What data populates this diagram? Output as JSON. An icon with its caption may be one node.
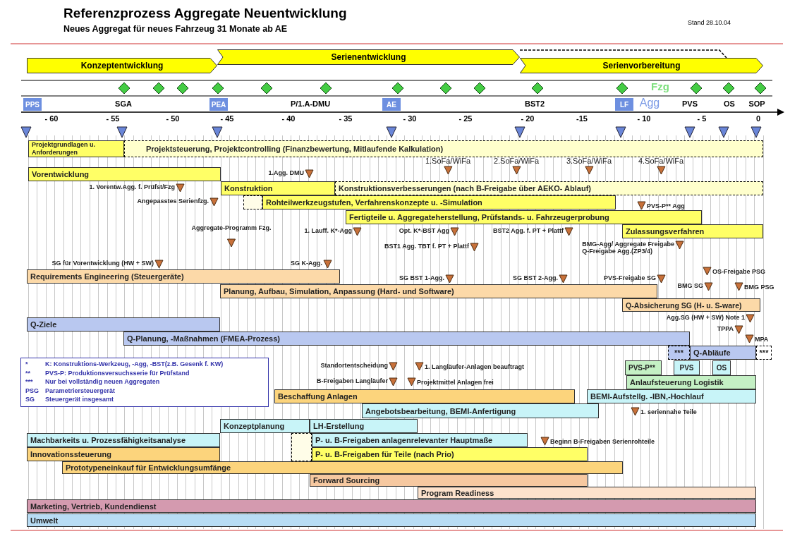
{
  "diagram": {
    "title": "Referenzprozess Aggregate Neuentwicklung",
    "nodes": [
      {
        "text": [
          "Konzeptentwicklung"
        ]
      },
      {
        "text": [
          "Serienentwicklung"
        ]
      },
      {
        "text": [
          "Serienvorbereitung"
        ]
      },
      {
        "text": [],
        "shape": "diamond"
      },
      {
        "text": [],
        "shape": "diamond"
      },
      {
        "text": [],
        "shape": "diamond"
      },
      {
        "text": [],
        "shape": "diamond"
      },
      {
        "text": [],
        "shape": "diamond"
      },
      {
        "text": [],
        "shape": "diamond"
      },
      {
        "text": [],
        "shape": "diamond"
      },
      {
        "text": [],
        "shape": "diamond"
      },
      {
        "text": [],
        "shape": "diamond"
      },
      {
        "text": [],
        "shape": "diamond"
      },
      {
        "text": [],
        "shape": "diamond"
      },
      {
        "text": [],
        "shape": "diamond"
      },
      {
        "text": [],
        "shape": "diamond"
      },
      {
        "text": [],
        "shape": "diamond"
      },
      {
        "text": [
          "PPS"
        ]
      },
      {
        "text": [
          "PEA"
        ]
      },
      {
        "text": [
          "AE"
        ]
      },
      {
        "text": [
          "LF"
        ]
      },
      {
        "text": [
          "Projektgrundlagen u. Anforderungen"
        ]
      },
      {
        "text": [
          "Projektsteuerung, Projektcontrolling (Finanzbewertung, Mitlaufende Kalkulation)"
        ]
      },
      {
        "text": [
          "1.SoFa/WiFa"
        ]
      },
      {
        "text": [
          "2.SoFa/WiFa"
        ]
      },
      {
        "text": [
          "3.SoFa/WiFa"
        ]
      },
      {
        "text": [
          "4.SoFa/WiFa"
        ]
      },
      {
        "text": [
          "Vorentwicklung"
        ]
      },
      {
        "text": [
          "1.Agg. DMU"
        ]
      },
      {
        "text": [
          "1. Vorentw.Agg. f. Prüfst/Fzg"
        ]
      },
      {
        "text": [
          "Konstruktion"
        ]
      },
      {
        "text": [
          "Konstruktionsverbesserungen (nach B-Freigabe über AEKO- Ablauf)"
        ]
      },
      {
        "text": [
          "Angepasstes Serienfzg."
        ]
      },
      {
        "text": [
          "Rohteilwerkzeugstufen, Verfahrenskonzepte u. -Simulation"
        ]
      },
      {
        "text": [
          "PVS-P** Agg"
        ]
      },
      {
        "text": [
          "Fertigteile u. Aggregateherstellung, Prüfstands- u. Fahrzeugerprobung"
        ]
      },
      {
        "text": [
          "Zulassungsverfahren"
        ]
      },
      {
        "text": [
          "Aggregate-Programm Fzg."
        ]
      },
      {
        "text": [
          "1. Lauff. K*-Agg"
        ]
      },
      {
        "text": [
          "Opt. K*-BST Agg"
        ]
      },
      {
        "text": [
          "BST2 Agg. f. PT + Plattf"
        ]
      },
      {
        "text": [
          "BST1 Agg. TBT f. PT + Plattf"
        ]
      },
      {
        "text": [
          "BMG-Agg/ Aggregate Freigabe",
          "Q-Freigabe Agg.(ZP3/4)"
        ]
      },
      {
        "text": [
          "SG für Vorentwicklung (HW + SW)"
        ]
      },
      {
        "text": [
          "SG K-Agg."
        ]
      },
      {
        "text": [
          "Requirements Engineering (Steuergeräte)"
        ]
      },
      {
        "text": [
          "OS-Freigabe PSG"
        ]
      },
      {
        "text": [
          "SG BST 1-Agg."
        ]
      },
      {
        "text": [
          "SG BST 2-Agg."
        ]
      },
      {
        "text": [
          "PVS-Freigabe SG"
        ]
      },
      {
        "text": [
          "BMG SG"
        ]
      },
      {
        "text": [
          "BMG PSG"
        ]
      },
      {
        "text": [
          "Planung, Aufbau, Simulation, Anpassung (Hard- und Software)"
        ]
      },
      {
        "text": [
          "Q-Absicherung SG (H- u. S-ware)"
        ]
      },
      {
        "text": [
          "Agg.SG (HW + SW) Note 1"
        ]
      },
      {
        "text": [
          "Q-Ziele"
        ]
      },
      {
        "text": [
          "TPPA"
        ]
      },
      {
        "text": [
          "MPA"
        ]
      },
      {
        "text": [
          "Q-Planung, -Maßnahmen (FMEA-Prozess)"
        ]
      },
      {
        "text": [
          "***"
        ]
      },
      {
        "text": [
          "Q-Abläufe"
        ]
      },
      {
        "text": [
          "***"
        ]
      },
      {
        "text": [
          "Standortentscheidung"
        ]
      },
      {
        "text": [
          "1. Langläufer-Anlagen beauftragt"
        ]
      },
      {
        "text": [
          "PVS-P**"
        ]
      },
      {
        "text": [
          "PVS"
        ]
      },
      {
        "text": [
          "OS"
        ]
      },
      {
        "text": [
          "B-Freigaben Langläufer"
        ]
      },
      {
        "text": [
          "Projektmittel Anlagen frei"
        ]
      },
      {
        "text": [
          "Anlaufsteuerung Logistik"
        ]
      },
      {
        "text": [
          "Beschaffung Anlagen"
        ]
      },
      {
        "text": [
          "BEMI-Aufstellg. -IBN,-Hochlauf"
        ]
      },
      {
        "text": [
          "Angebotsbearbeitung, BEMI-Anfertigung"
        ]
      },
      {
        "text": [
          "1. seriennahe Teile"
        ]
      },
      {
        "text": [
          "Konzeptplanung"
        ]
      },
      {
        "text": [
          "LH-Erstellung"
        ]
      },
      {
        "text": [
          "Machbarkeits u. Prozessfähigkeitsanalyse"
        ]
      },
      {
        "text": [
          "P- u. B-Freigaben anlagenrelevanter Hauptmaße"
        ]
      },
      {
        "text": [
          "Innovationssteuerung"
        ]
      },
      {
        "text": [
          "P- u. B-Freigaben für Teile (nach Prio)"
        ]
      },
      {
        "text": [
          "Beginn B-Freigaben Serienrohteile"
        ]
      },
      {
        "text": [
          "Prototypeneinkauf für Entwicklungsumfänge"
        ]
      },
      {
        "text": [
          "Forward Sourcing"
        ]
      },
      {
        "text": [
          "Program Readiness"
        ]
      },
      {
        "text": [
          "Marketing, Vertrieb, Kundendienst"
        ]
      },
      {
        "text": [
          "Umwelt"
        ]
      }
    ],
    "edges": [
      {
        "from": 1,
        "to": 2,
        "arrow": "none",
        "style": "dashed"
      }
    ],
    "labels": [
      "Neues Aggregat für neues Fahrzeug 31 Monate ab AE",
      "Stand 28.10.04",
      "SGA",
      "P/1.A-DMU",
      "BST2",
      "Fzg",
      "Agg",
      "PVS",
      "OS",
      "SOP",
      "- 60",
      "- 55",
      "- 50",
      "- 45",
      "- 40",
      "- 35",
      "- 30",
      "- 25",
      "- 20",
      "-15",
      "- 10",
      "- 5",
      "0",
      "*",
      "K: Konstruktions-Werkzeug, -Agg, -BST(z.B. Gesenk f. KW)",
      "**",
      "PVS-P: Produktionsversuchsserie für Prüfstand",
      "***",
      "Nur bei vollständig neuen Aggregaten",
      "PSG",
      "Parametriersteuergerät",
      "SG",
      "Steuergerät insgesamt"
    ]
  }
}
